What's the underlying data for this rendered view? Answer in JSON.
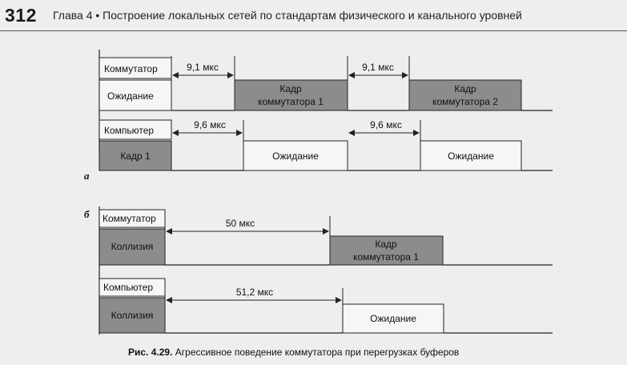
{
  "header": {
    "page_number": "312",
    "running_title": "Глава 4  •  Построение локальных сетей по стандартам физического и  канального уровней"
  },
  "figure": {
    "part_a": {
      "letter": "a",
      "switch_label": "Коммутатор",
      "computer_label": "Компьютер",
      "switch_boxes": [
        "Ожидание",
        "Кадр коммутатора 1",
        "Кадр коммутатора 2"
      ],
      "computer_boxes": [
        "Кадр 1",
        "Ожидание",
        "Ожидание"
      ],
      "timings": [
        "9,1 мкс",
        "9,1 мкс",
        "9,6 мкс",
        "9,6 мкс"
      ]
    },
    "part_b": {
      "letter": "б",
      "switch_label": "Коммутатор",
      "computer_label": "Компьютер",
      "collision_label": "Коллизия",
      "switch_frame": "Кадр коммутатора 1",
      "computer_wait": "Ожидание",
      "timings": [
        "50 мкс",
        "51,2 мкс"
      ]
    },
    "caption_prefix": "Рис. 4.29.",
    "caption_text": "Агрессивное поведение коммутатора при перегрузках буферов"
  },
  "colors": {
    "frame_fill": "#8c8c8c",
    "box_fill": "#f4f4f2",
    "line": "#222222"
  }
}
